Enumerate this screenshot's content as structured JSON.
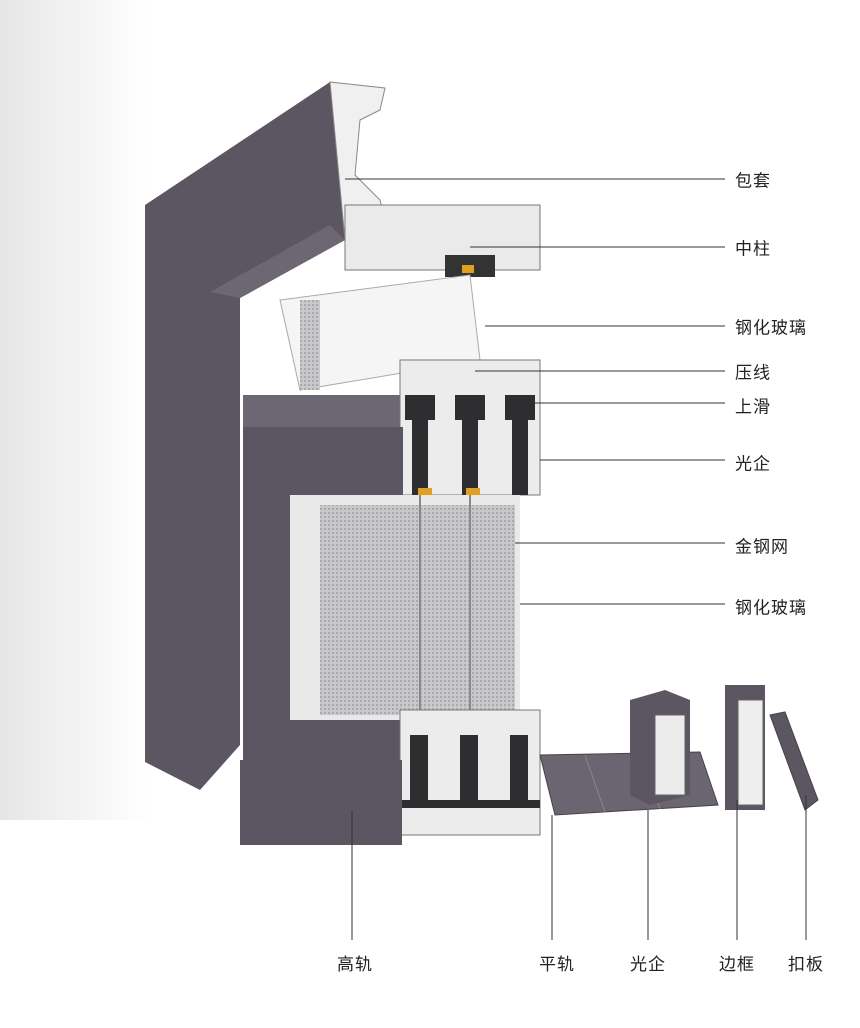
{
  "diagram": {
    "right_labels": [
      {
        "id": "wrap-cover",
        "text": "包套"
      },
      {
        "id": "mullion",
        "text": "中柱"
      },
      {
        "id": "tempered-glass-top",
        "text": "钢化玻璃"
      },
      {
        "id": "glazing-bead",
        "text": "压线"
      },
      {
        "id": "top-slide",
        "text": "上滑"
      },
      {
        "id": "light-stile-right",
        "text": "光企"
      },
      {
        "id": "steel-mesh",
        "text": "金钢网"
      },
      {
        "id": "tempered-glass-bottom",
        "text": "钢化玻璃"
      }
    ],
    "bottom_labels": [
      {
        "id": "high-rail",
        "text": "高轨"
      },
      {
        "id": "flat-rail",
        "text": "平轨"
      },
      {
        "id": "light-stile-bottom",
        "text": "光企"
      },
      {
        "id": "side-frame",
        "text": "边框"
      },
      {
        "id": "cover-plate",
        "text": "扣板"
      }
    ],
    "colors": {
      "profile": "#5b5661",
      "profile_light": "#6c6772",
      "aluminum": "#eeeeee",
      "label": "#222222",
      "line": "#333333"
    }
  }
}
